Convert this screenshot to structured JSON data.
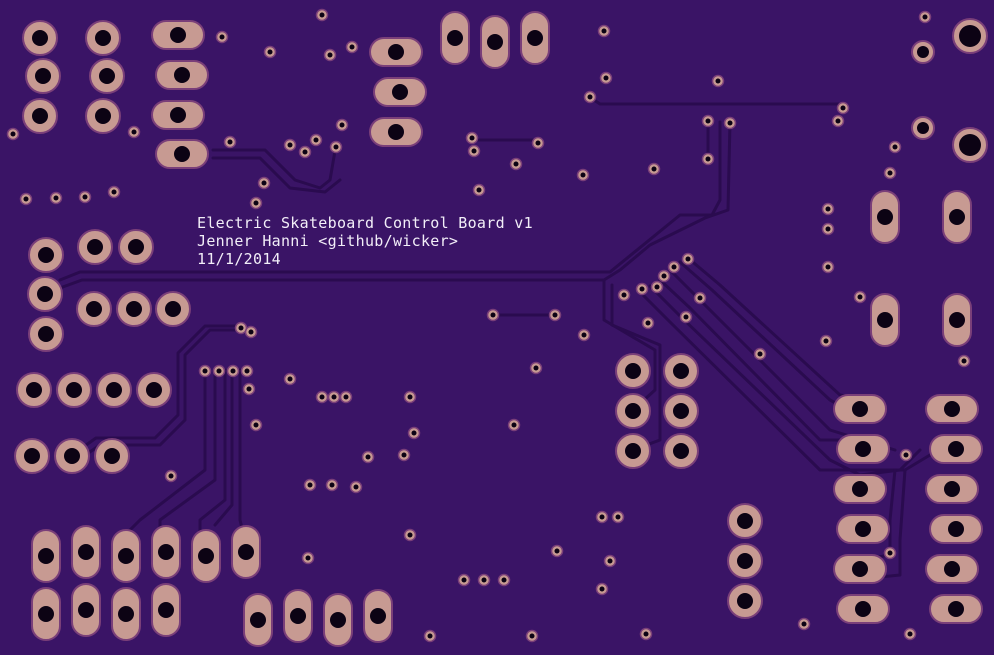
{
  "board": {
    "title_line": "Electric Skateboard Control Board v1",
    "author_line": "Jenner Hanni <github/wicker>",
    "date_line": "11/1/2014"
  },
  "colors": {
    "substrate": "#3a1466",
    "trace": "#33105c",
    "trace_edge": "#2a0b4f",
    "pad": "#c79a92",
    "pad_edge": "#7a3f79",
    "hole": "#0c0314",
    "silkscreen": "#f2eef8"
  }
}
